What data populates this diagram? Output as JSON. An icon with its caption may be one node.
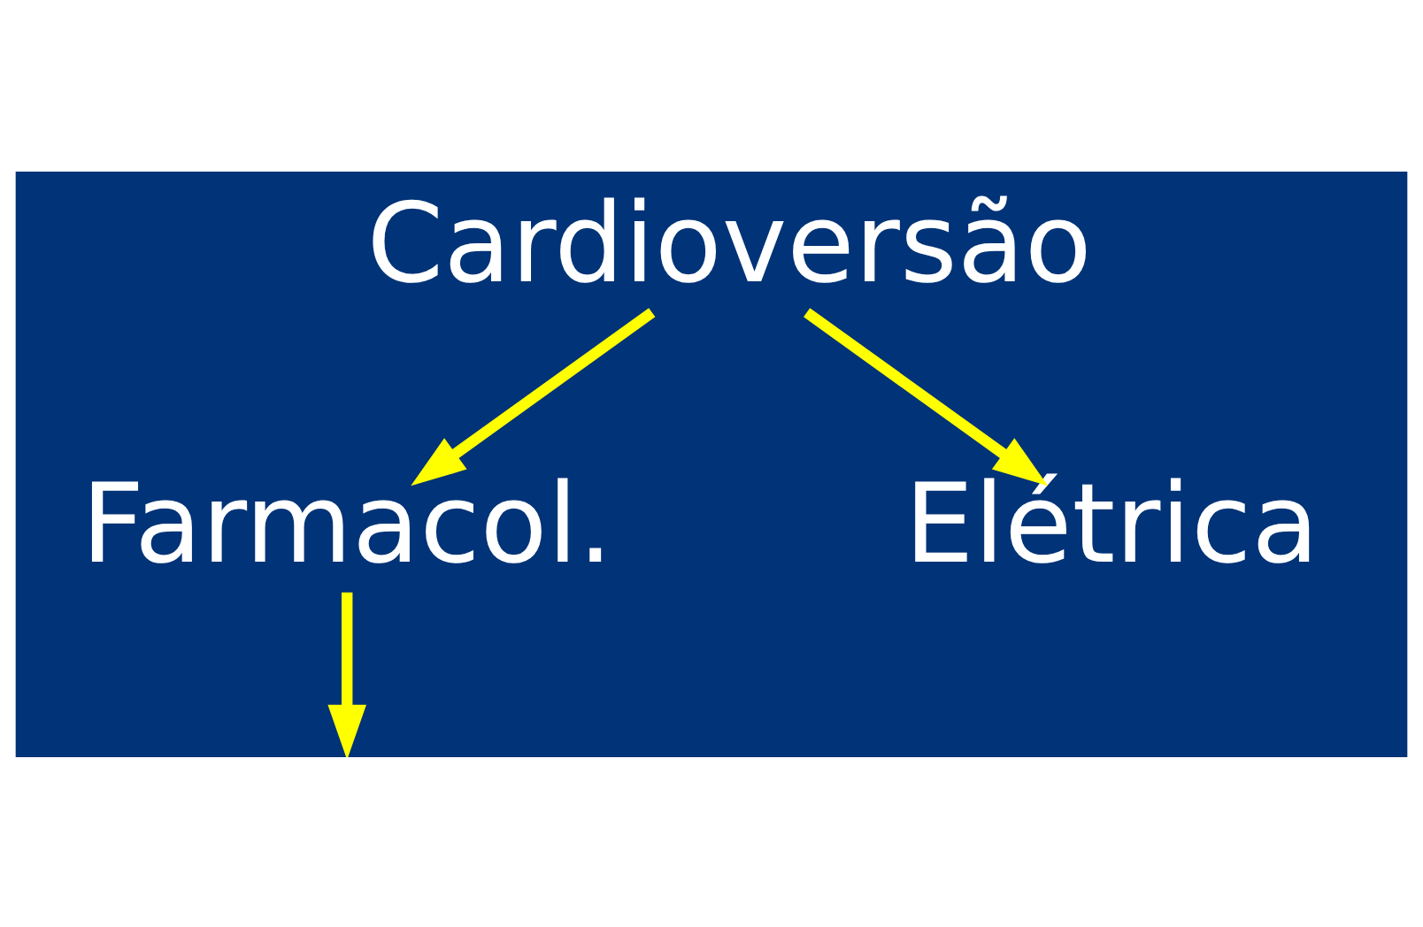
{
  "diagram": {
    "nodes": [
      {
        "text": [
          "Cardioversão"
        ]
      },
      {
        "text": [
          "Farmacol."
        ]
      },
      {
        "text": [
          "Elétrica"
        ]
      }
    ],
    "edges": [
      {
        "from": 0,
        "to": 1,
        "arrow": "to"
      },
      {
        "from": 0,
        "to": 2,
        "arrow": "to"
      },
      {
        "from": 1,
        "to": null,
        "arrow": "to"
      }
    ]
  }
}
